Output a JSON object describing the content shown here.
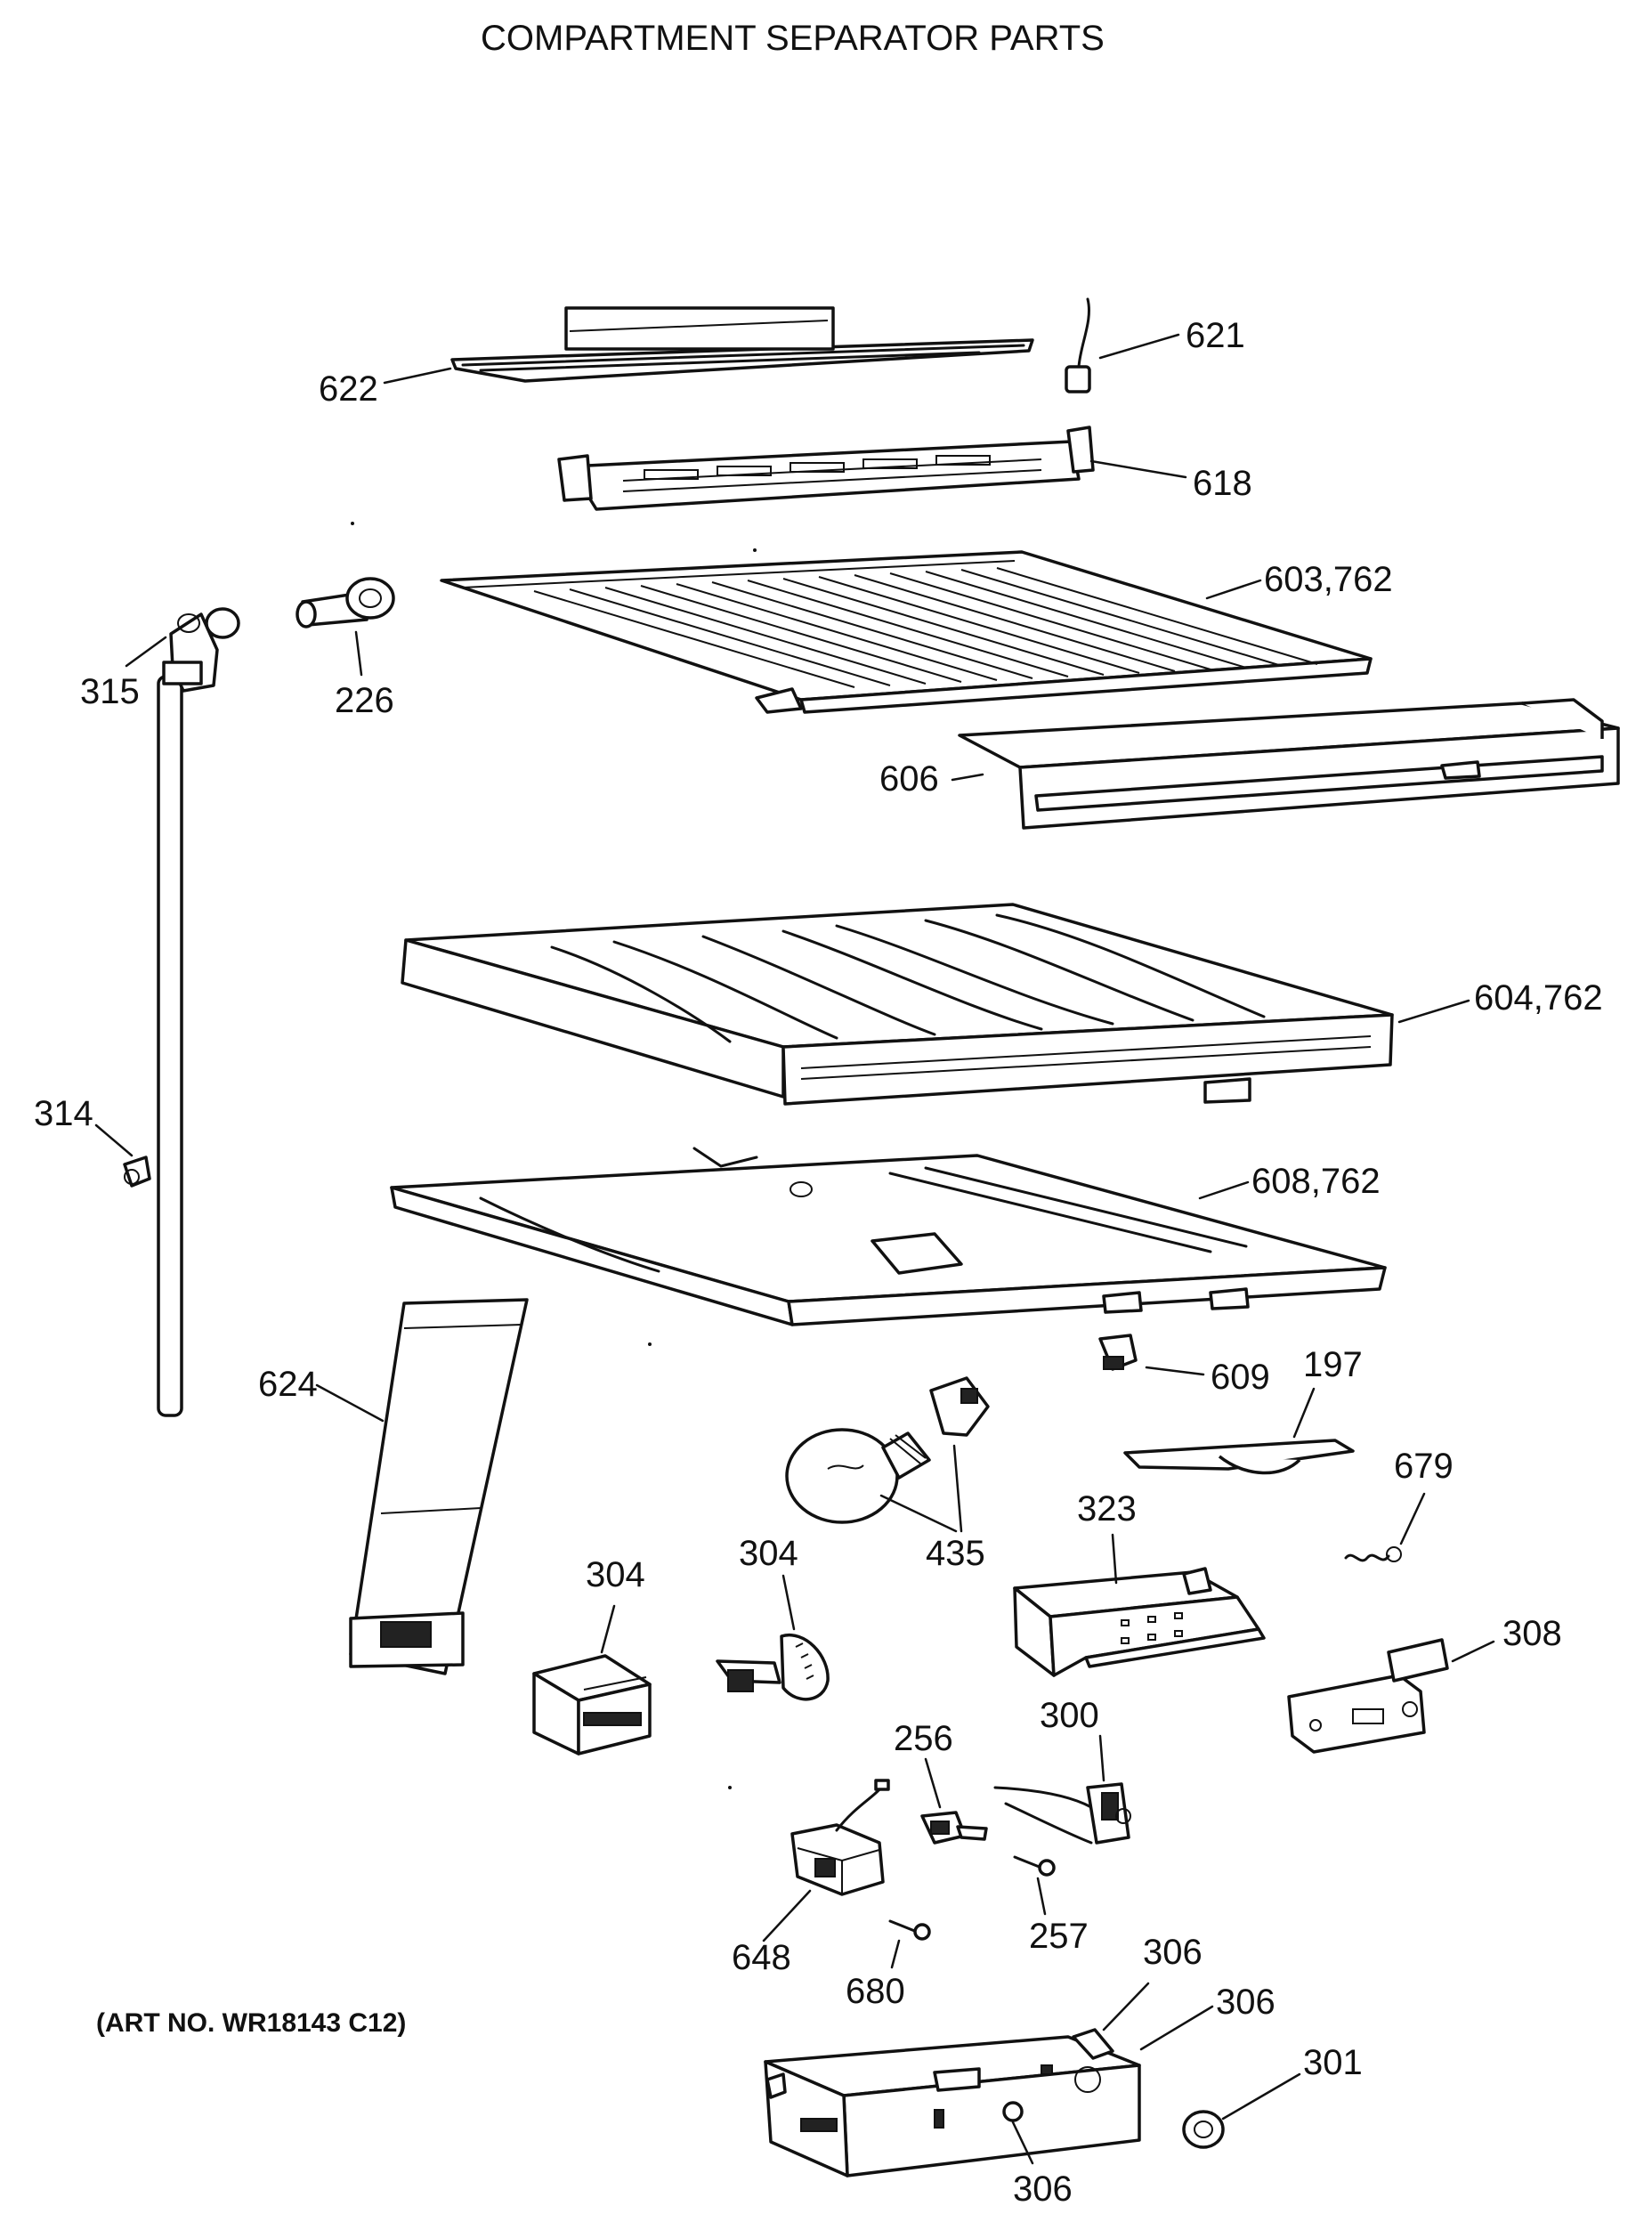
{
  "title": "COMPARTMENT SEPARATOR PARTS",
  "art_number": "(ART NO. WR18143 C12)",
  "callouts": {
    "c621": "621",
    "c622": "622",
    "c618": "618",
    "c603": "603,762",
    "c315": "315",
    "c226": "226",
    "c606": "606",
    "c604": "604,762",
    "c314": "314",
    "c608": "608,762",
    "c624": "624",
    "c609": "609",
    "c197": "197",
    "c679": "679",
    "c435": "435",
    "c323": "323",
    "c304a": "304",
    "c304b": "304",
    "c308": "308",
    "c256": "256",
    "c300": "300",
    "c257": "257",
    "c648": "648",
    "c680": "680",
    "c306a": "306",
    "c306b": "306",
    "c306c": "306",
    "c301": "301"
  }
}
